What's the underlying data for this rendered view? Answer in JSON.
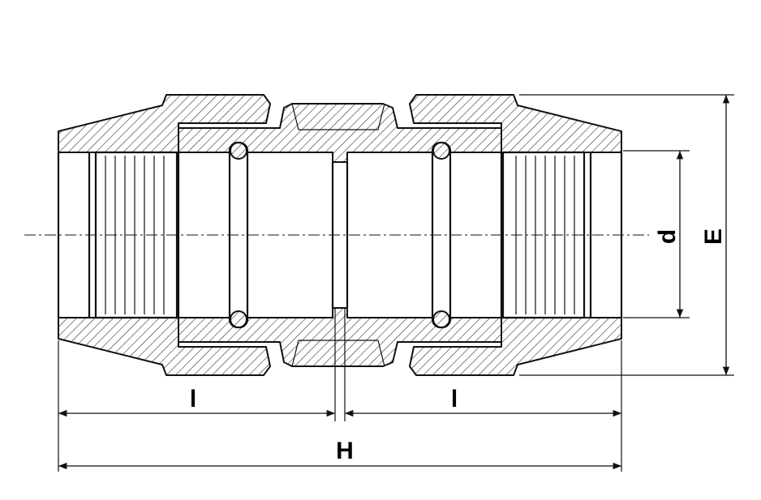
{
  "labels": {
    "length_left": "l",
    "length_right": "l",
    "overall_length": "H",
    "inner_diameter": "d",
    "outer_diameter": "E"
  }
}
